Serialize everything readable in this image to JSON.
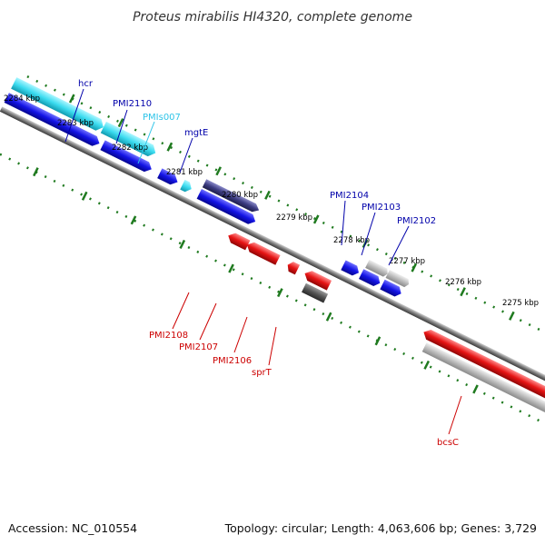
{
  "title": "Proteus mirabilis HI4320, complete genome",
  "footer": {
    "accession": "Accession: NC_010554",
    "summary": "Topology: circular; Length: 4,063,606 bp; Genes: 3,729"
  },
  "colors": {
    "cds_forward": "#1414e6",
    "cds_reverse": "#e61414",
    "rna": "#3cdcf0",
    "forward_dark": "#3c3c82",
    "gray": "#bbbbbb",
    "dark_gray": "#555555",
    "ticks": "#1f7a1f",
    "label_blue": "#0000aa",
    "label_cyan": "#2ec4e8",
    "label_red": "#cc0000"
  },
  "ticks": [
    "2284 kbp",
    "2283 kbp",
    "2282 kbp",
    "2281 kbp",
    "2280 kbp",
    "2279 kbp",
    "2278 kbp",
    "2277 kbp",
    "2276 kbp",
    "2275 kbp"
  ],
  "labels": {
    "hcr": "hcr",
    "PMI2110": "PMI2110",
    "PMIs007": "PMIs007",
    "mgtE": "mgtE",
    "PMI2104": "PMI2104",
    "PMI2103": "PMI2103",
    "PMI2102": "PMI2102",
    "PMI2108": "PMI2108",
    "PMI2107": "PMI2107",
    "PMI2106": "PMI2106",
    "sprT": "sprT",
    "bcsC": "bcsC"
  }
}
